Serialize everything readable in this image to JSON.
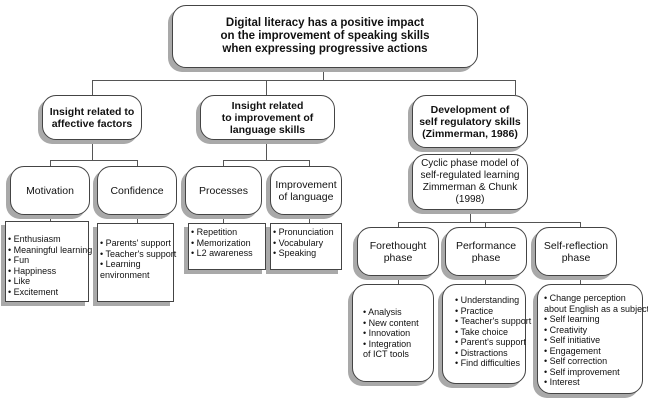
{
  "root": [
    "Digital literacy has a positive impact",
    "on the improvement of speaking skills",
    "when expressing progressive actions"
  ],
  "affective": {
    "title": [
      "Insight related to",
      "affective factors"
    ],
    "motivation": {
      "label": "Motivation",
      "items": [
        "• Enthusiasm",
        "• Meaningful learning",
        "• Fun",
        "• Happiness",
        "• Like",
        "• Excitement"
      ]
    },
    "confidence": {
      "label": "Confidence",
      "items": [
        "• Parents' support",
        "• Teacher's  support",
        "• Learning",
        "environment"
      ]
    }
  },
  "language": {
    "title": [
      "Insight related",
      "to improvement of",
      "language skills"
    ],
    "processes": {
      "label": "Processes",
      "items": [
        "• Repetition",
        "• Memorization",
        "• L2 awareness"
      ]
    },
    "improvement": {
      "label": [
        "Improvement",
        "of language"
      ],
      "items": [
        "• Pronunciation",
        "• Vocabulary",
        "• Speaking"
      ]
    }
  },
  "selfreg": {
    "title": [
      "Development of",
      "self regulatory skills",
      "(Zimmerman, 1986)"
    ],
    "cyclic": [
      "Cyclic phase model of",
      "self-regulated learning",
      "Zimmerman & Chunk (1998)"
    ],
    "forethought": {
      "label": [
        "Forethought",
        "phase"
      ],
      "items": [
        "• Analysis",
        "• New content",
        "• Innovation",
        "• Integration",
        "of ICT tools"
      ]
    },
    "performance": {
      "label": [
        "Performance",
        "phase"
      ],
      "items": [
        "• Understanding",
        "• Practice",
        "• Teacher's support",
        "• Take choice",
        "• Parent's support",
        "• Distractions",
        "• Find difficulties"
      ]
    },
    "reflection": {
      "label": [
        "Self-reflection",
        "phase"
      ],
      "items": [
        "• Change perception",
        "about English as a subject",
        "• Self learning",
        "• Creativity",
        "• Self initiative",
        "• Engagement",
        "• Self correction",
        "• Self improvement",
        "• Interest"
      ]
    }
  }
}
